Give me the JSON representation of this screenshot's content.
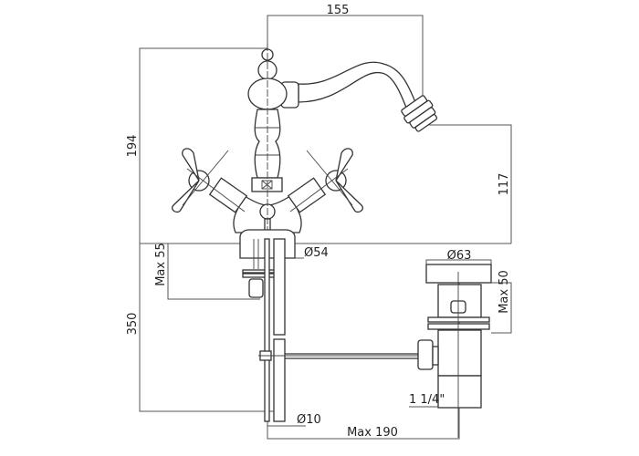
{
  "drawing": {
    "title_hidden": "",
    "dimensions": {
      "spout_reach": "155",
      "total_height": "194",
      "spout_height": "117",
      "max_deck_thickness": "Max 55",
      "base_diameter": "Ø54",
      "hose_length": "350",
      "drain_flange_diameter": "Ø63",
      "drain_max_thickness": "Max 50",
      "drain_thread": "1 1/4\"",
      "hose_diameter": "Ø10",
      "rod_max_length": "Max 190"
    }
  }
}
